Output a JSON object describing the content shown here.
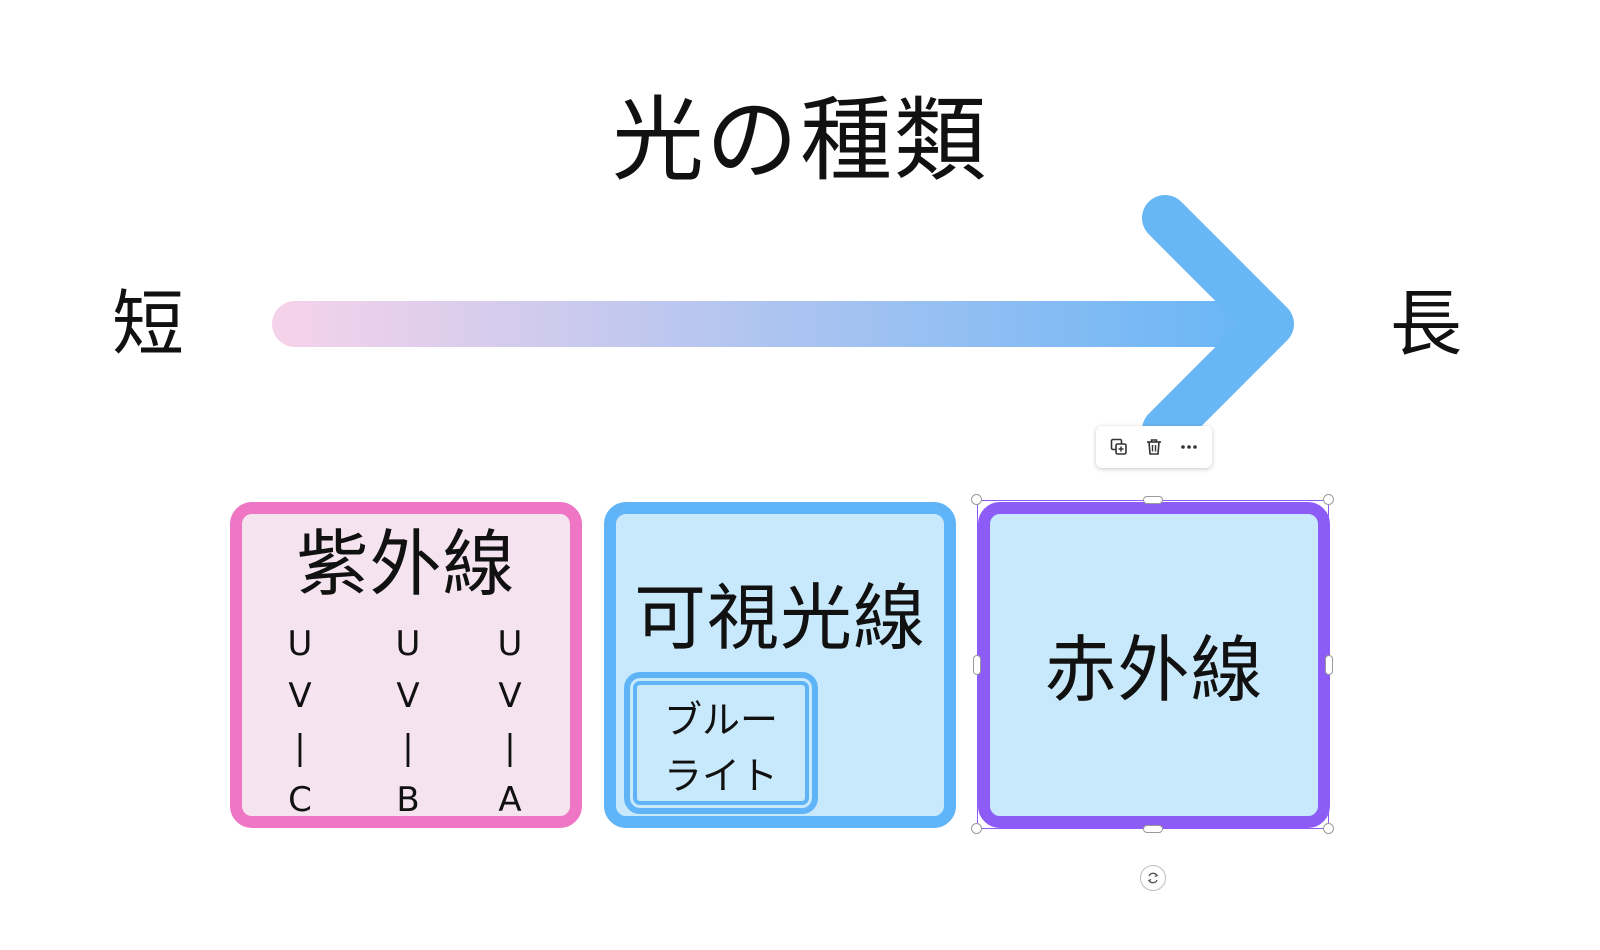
{
  "title": "光の種類",
  "axis": {
    "short_label": "短",
    "long_label": "長"
  },
  "colors": {
    "arrow_gradient_start": "#f3d2ea",
    "arrow_gradient_end": "#5fb4f7",
    "uv_border": "#ef76c4",
    "uv_fill": "#f5e4f0",
    "visible_border": "#5fb4f7",
    "visible_fill": "#c8e9fb",
    "ir_border": "#8d5cf6",
    "ir_fill": "#c8e9fb"
  },
  "boxes": {
    "uv": {
      "title": "紫外線",
      "columns": [
        [
          "U",
          "V",
          "|",
          "C"
        ],
        [
          "U",
          "V",
          "|",
          "B"
        ],
        [
          "U",
          "V",
          "|",
          "A"
        ]
      ]
    },
    "visible": {
      "title": "可視光線",
      "sub_box": {
        "line1": "ブルー",
        "line2": "ライト"
      }
    },
    "infrared": {
      "title": "赤外線",
      "selected": true
    }
  },
  "toolbar": {
    "duplicate_icon": "duplicate-icon",
    "delete_icon": "trash-icon",
    "more_icon": "more-icon"
  }
}
